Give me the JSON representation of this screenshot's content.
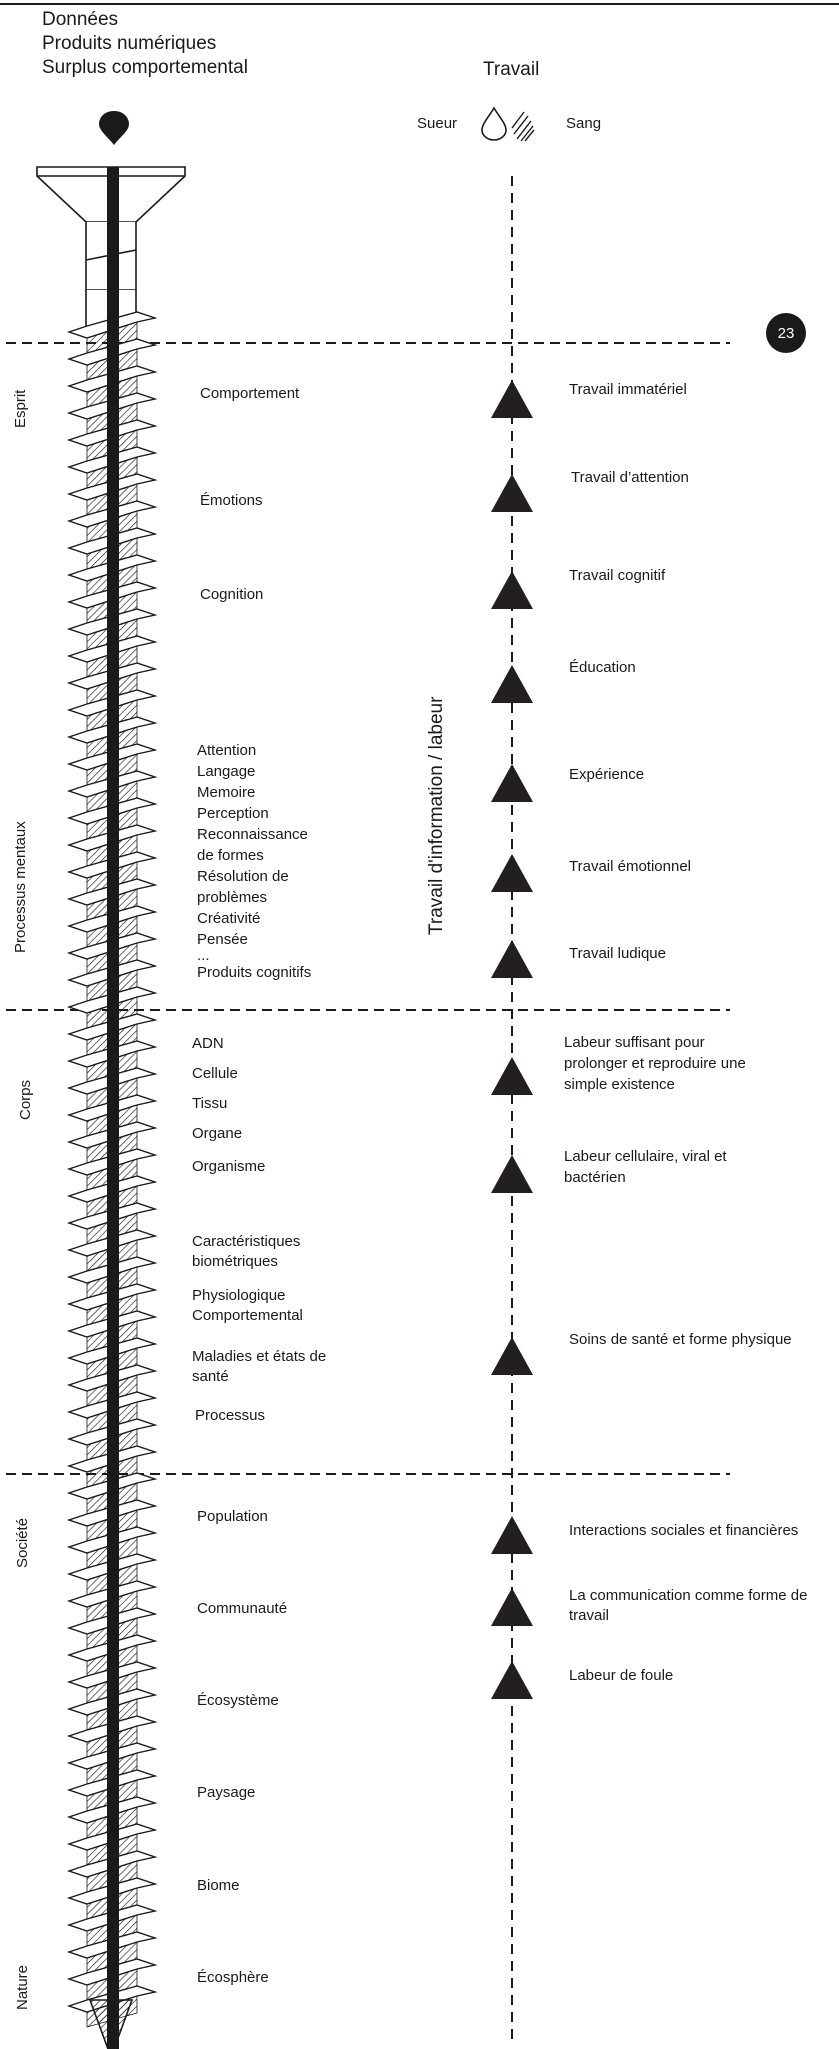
{
  "header": {
    "data_lines": [
      "Données",
      "Produits numériques",
      "Surplus comportemental"
    ],
    "travail": "Travail",
    "sueur": "Sueur",
    "sang": "Sang"
  },
  "page_badge": "23",
  "axis_label": "Travail d'information / labeur",
  "sections": [
    "Esprit",
    "Processus mentaux",
    "Corps",
    "Société",
    "Nature"
  ],
  "left_items": {
    "esprit": [
      "Comportement",
      "Émotions",
      "Cognition"
    ],
    "processus": [
      "Attention",
      "Langage",
      "Memoire",
      "Perception",
      "Reconnaissance",
      "de formes",
      "Résolution de",
      "problèmes",
      "Créativité",
      "Pensée",
      "...",
      "Produits cognitifs"
    ],
    "corps": [
      "ADN",
      "Cellule",
      "Tissu",
      "Organe",
      "Organisme"
    ],
    "corps2": [
      "Caractéristiques\nbiométriques",
      "Physiologique\nComportemental",
      "Maladies et états de\nsanté",
      "Processus"
    ],
    "societe": [
      "Population",
      "Communauté",
      "Écosystème",
      "Paysage",
      "Biome",
      "Écosphère"
    ]
  },
  "labour_items": [
    "Travail immatériel",
    "Travail d’attention",
    "Travail cognitif",
    "Éducation",
    "Expérience",
    "Travail émotionnel",
    "Travail ludique",
    "Labeur suffisant pour\nprolonger et reproduire une\nsimple existence",
    "Labeur cellulaire, viral et\nbactérien",
    "Soins de santé et forme physique",
    "Interactions sociales et financières",
    "La communication comme forme de\ntravail",
    "Labeur de foule"
  ]
}
